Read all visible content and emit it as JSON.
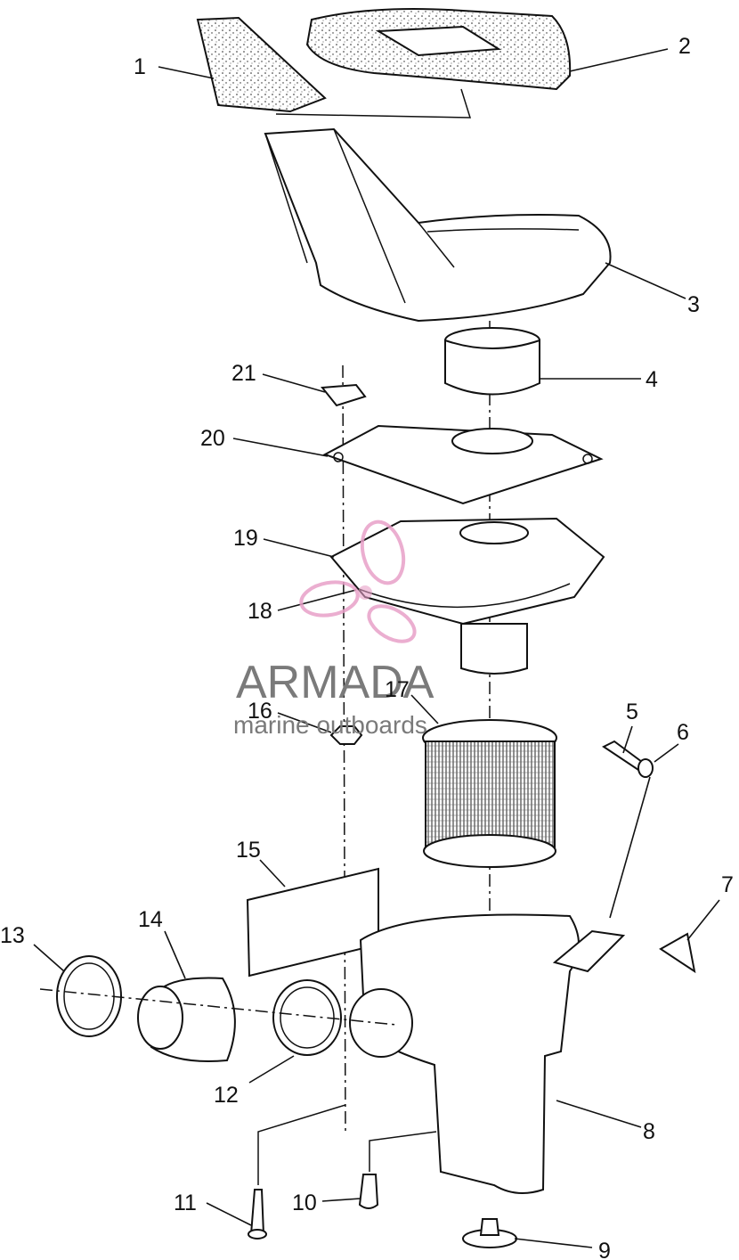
{
  "diagram": {
    "callouts": [
      {
        "id": "1",
        "label": "1"
      },
      {
        "id": "2",
        "label": "2"
      },
      {
        "id": "3",
        "label": "3"
      },
      {
        "id": "4",
        "label": "4"
      },
      {
        "id": "5",
        "label": "5"
      },
      {
        "id": "6",
        "label": "6"
      },
      {
        "id": "7",
        "label": "7"
      },
      {
        "id": "8",
        "label": "8"
      },
      {
        "id": "9",
        "label": "9"
      },
      {
        "id": "10",
        "label": "10"
      },
      {
        "id": "11",
        "label": "11"
      },
      {
        "id": "12",
        "label": "12"
      },
      {
        "id": "13",
        "label": "13"
      },
      {
        "id": "14",
        "label": "14"
      },
      {
        "id": "15",
        "label": "15"
      },
      {
        "id": "16",
        "label": "16"
      },
      {
        "id": "17",
        "label": "17"
      },
      {
        "id": "18",
        "label": "18"
      },
      {
        "id": "19",
        "label": "19"
      },
      {
        "id": "20",
        "label": "20"
      },
      {
        "id": "21",
        "label": "21"
      }
    ]
  },
  "watermark": {
    "brand": "ARMADA",
    "tagline": "marine outboards",
    "colors": {
      "logo": "#e8a0c8",
      "text": "#7a7a7a"
    }
  }
}
